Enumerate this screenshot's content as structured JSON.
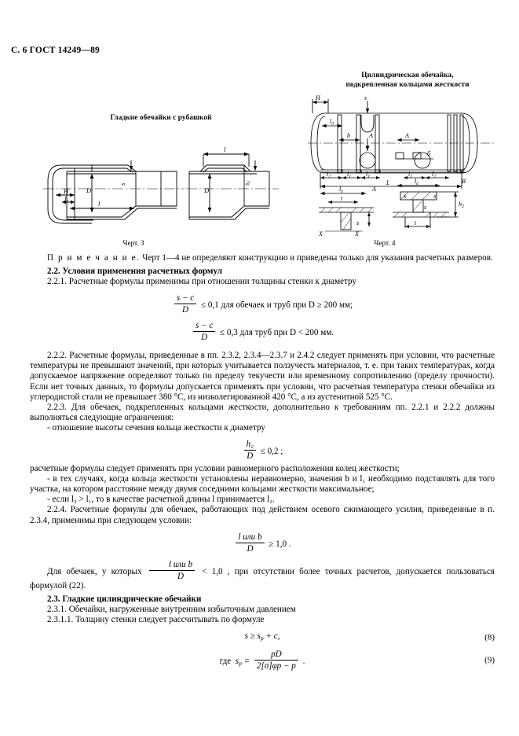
{
  "header": {
    "page_label": "С. 6 ГОСТ 14249—89"
  },
  "figures": {
    "left": {
      "title": "Гладкие обечайки с рубашкой",
      "caption": "Черт. 3",
      "labels": [
        "D",
        "D",
        "H",
        "l",
        "l",
        "l₃",
        "s",
        "s₁"
      ]
    },
    "right": {
      "title_line1": "Цилиндрическая обечайка,",
      "title_line2": "подкрепленная кольцами жесткости",
      "caption": "Черт. 4",
      "labels": [
        "H",
        "s",
        "b",
        "b",
        "A",
        "Б",
        "B",
        "L",
        "l₁",
        "l₁",
        "l₂",
        "l₂",
        "l₃",
        "lₑ",
        "lₑ",
        "t",
        "t",
        "X",
        "X",
        "x",
        "x",
        "h₂"
      ]
    }
  },
  "body": {
    "note_label": "П р и м е ч а н и е.",
    "note_text": " Черт 1—4 не определяют конструкцию и приведены только для указания расчетных размеров.",
    "sec_2_2_title": "2.2. Условия применения расчетных формул",
    "p_2_2_1": "2.2.1. Расчетные формулы применимы при отношении толщины стенки к диаметру",
    "formula_1": {
      "num": "s − c",
      "den": "D",
      "tail": "≤ 0,1 для обечаек и труб при D ≥ 200 мм;"
    },
    "formula_2": {
      "num": "s − c",
      "den": "D",
      "tail": "≤ 0,3 для труб при D < 200 мм."
    },
    "p_2_2_2": "2.2.2. Расчетные формулы, приведенные в пп. 2.3.2, 2.3.4—2.3.7 и 2.4.2 следует применять при условии, что расчетные температуры не превышают значений, при которых учитывается ползучесть материалов, т. е. при таких температурах, когда допускаемое напряжение определяют только по пределу текучести или временному сопротивлению (пределу прочности). Если нет точных данных, то формулы допускается применять при условии, что расчетная температура стенки обечайки из углеродистой стали не превышает 380 °C, из низколегированной 420 °C, а из аустенитной 525 °C.",
    "p_2_2_3": "2.2.3. Для обечаек, подкрепленных кольцами жесткости,  дополнительно к требованиям пп. 2.2.1 и 2.2.2 должны выполняться следующие ограничения:",
    "dash_1": "- отношение высоты сечения кольца жесткости к диаметру",
    "formula_3": {
      "num": "h₂",
      "den": "D",
      "tail": "≤ 0,2 ;"
    },
    "p_after_f3": "расчетные формулы следует применять при условии равномерного расположения колец жесткости;",
    "dash_2": "- в тех случаях, когда кольца жесткости установлены неравномерно, значения b и l₁ необходимо подставлять для того участка, на котором расстояние между двумя соседними кольцами жесткости максимальное;",
    "dash_3": "- если l₂ > l₁, то в качестве расчетной длины l принимается l₂.",
    "p_2_2_4": "2.2.4. Расчетные формулы для обечаек, работающих под действием осевого сжимающего усилия, приведенные в п. 2.3.4, применимы при следующем условии:",
    "formula_4": {
      "num": "l или b",
      "den": "D",
      "tail": "≥ 1,0 ."
    },
    "p_tail_pre": "Для обечаек, у которых",
    "formula_5": {
      "num": "l или b",
      "den": "D"
    },
    "p_tail_post": "< 1,0 , при отсутствии более точных расчетов, допускается пользоваться формулой (22).",
    "sec_2_3_title": "2.3. Гладкие цилиндрические обечайки",
    "p_2_3_1": "2.3.1. Обечайки, нагруженные внутренним избыточным давлением",
    "p_2_3_1_1": "2.3.1.1. Толщину стенки следует рассчитывать по формуле",
    "formula_8": {
      "body": "s ≥ sp + c,",
      "number": "(8)"
    },
    "formula_9": {
      "lead": "где",
      "lhs": "sp =",
      "num": "pD",
      "den": "2[σ]φp − p",
      "tail": ".",
      "number": "(9)"
    }
  }
}
